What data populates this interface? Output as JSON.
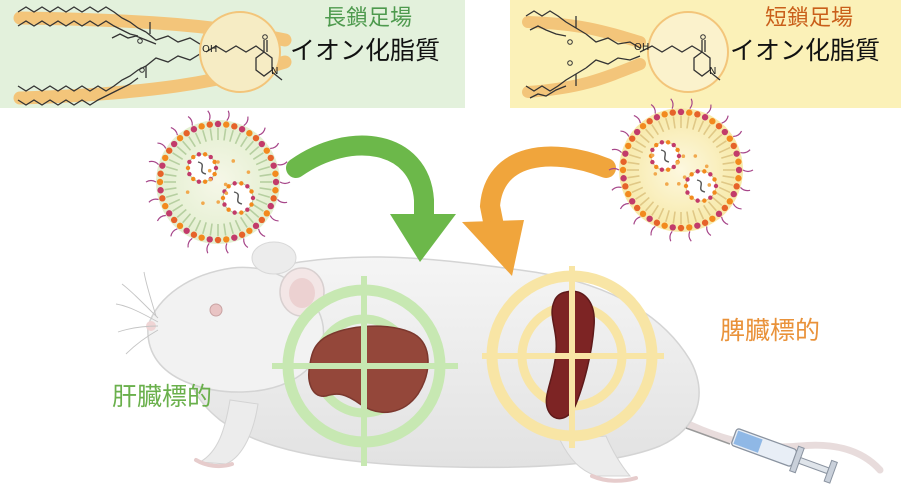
{
  "panels": {
    "long_chain": {
      "title_top": "長鎖足場",
      "title_bottom": "イオン化脂質",
      "accent": "#4e9a4e",
      "box_color": "#e3f1dc"
    },
    "short_chain": {
      "title_top": "短鎖足場",
      "title_bottom": "イオン化脂質",
      "accent": "#c95f1a",
      "box_color": "#fbf1b8"
    }
  },
  "targets": {
    "liver": {
      "label": "肝臓標的",
      "color": "#6ab04c",
      "ring_color": "#c7e8b2"
    },
    "spleen": {
      "label": "脾臓標的",
      "color": "#e9923a",
      "ring_color": "#f8e5a5"
    }
  },
  "molecule_labels": {
    "hydroxyl": "OH",
    "nitrogen": "N"
  },
  "colors": {
    "arrow_green": "#6cb84a",
    "arrow_orange": "#f0a53c",
    "chain_highlight": "#f3c57a",
    "liver": "#94473a",
    "spleen": "#7d2424",
    "mouse_body": "#eeeeee",
    "mouse_outline": "#cfcfcf"
  }
}
